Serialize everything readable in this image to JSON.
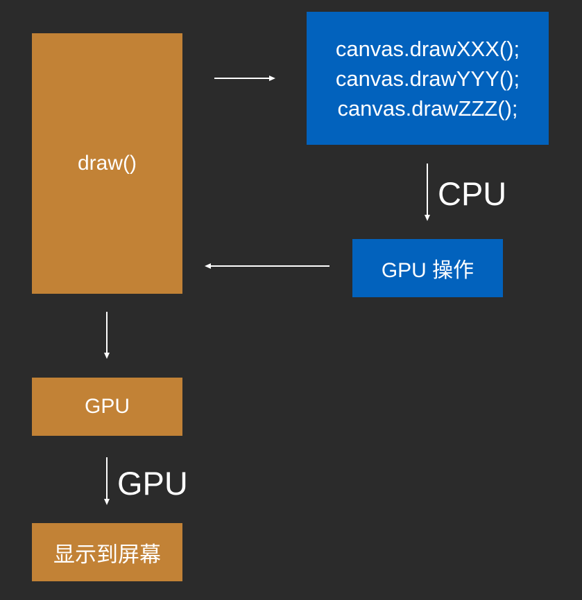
{
  "colors": {
    "background": "#2b2b2b",
    "orange": "#c28236",
    "blue": "#0262bd",
    "arrow": "#ffffff"
  },
  "boxes": {
    "draw": "draw()",
    "calls": [
      "canvas.drawXXX();",
      "canvas.drawYYY();",
      "canvas.drawZZZ();"
    ],
    "gpu_op": "GPU 操作",
    "gpu": "GPU",
    "screen": "显示到屏幕"
  },
  "labels": {
    "cpu": "CPU",
    "gpu": "GPU"
  }
}
